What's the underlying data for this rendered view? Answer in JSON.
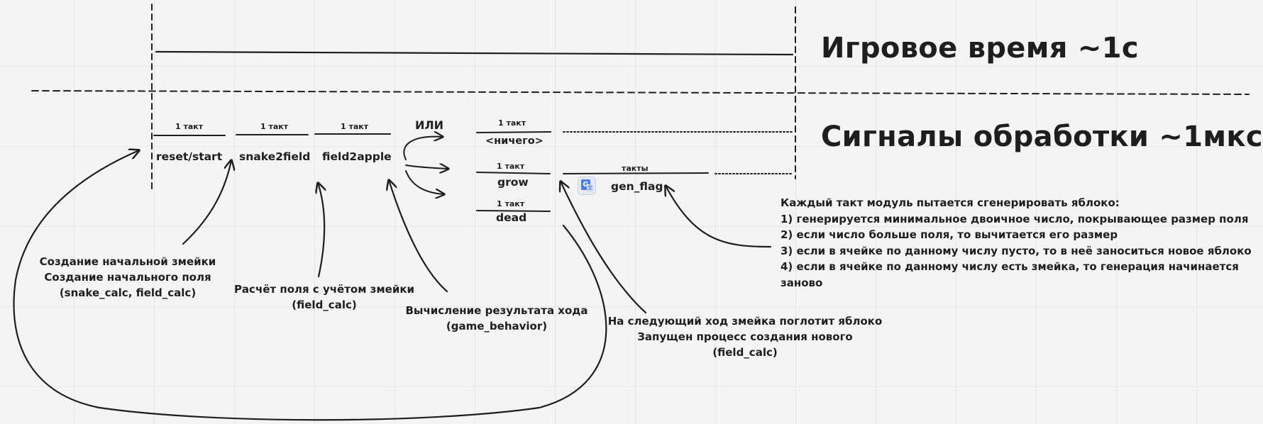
{
  "headings": {
    "game_time": "Игровое время ~1с",
    "processing_signals": "Сигналы обработки ~1мкс"
  },
  "signals": {
    "reset_start": "reset/start",
    "snake2field": "snake2field",
    "field2apple": "field2apple",
    "or": "ИЛИ",
    "nothing": "<ничего>",
    "grow": "grow",
    "dead": "dead",
    "gen_flag": "gen_flag"
  },
  "ticks": {
    "one": "1 такт",
    "many": "такты"
  },
  "notes": {
    "initial": [
      "Создание начальной змейки",
      "Создание начального поля",
      "(snake_calc, field_calc)"
    ],
    "field_calc": [
      "Расчёт поля с учётом змейки",
      "(field_calc)"
    ],
    "game_behavior": [
      "Вычисление результата хода",
      "(game_behavior)"
    ],
    "next_move": [
      "На следующий ход змейка поглотит яблоко",
      "Запущен процесс создания нового",
      "(field_calc)"
    ],
    "apple_gen": [
      "Каждый такт модуль пытается сгенерировать яблоко:",
      "1) генерируется минимальное двоичное число, покрывающее размер поля",
      "2) если число больше поля, то вычитается его размер",
      "3) если в ячейке по данному числу пусто, то в неё заноситься новое яблоко",
      "4) если в ячейке по данному числу есть змейка, то генерация начинается",
      "заново"
    ]
  },
  "icons": {
    "translate": "translate-icon"
  },
  "colors": {
    "background": "#f4f4f4",
    "grid": "#e6e6e6",
    "ink": "#1e1e1e",
    "translate_icon": "#4a7ee8"
  }
}
